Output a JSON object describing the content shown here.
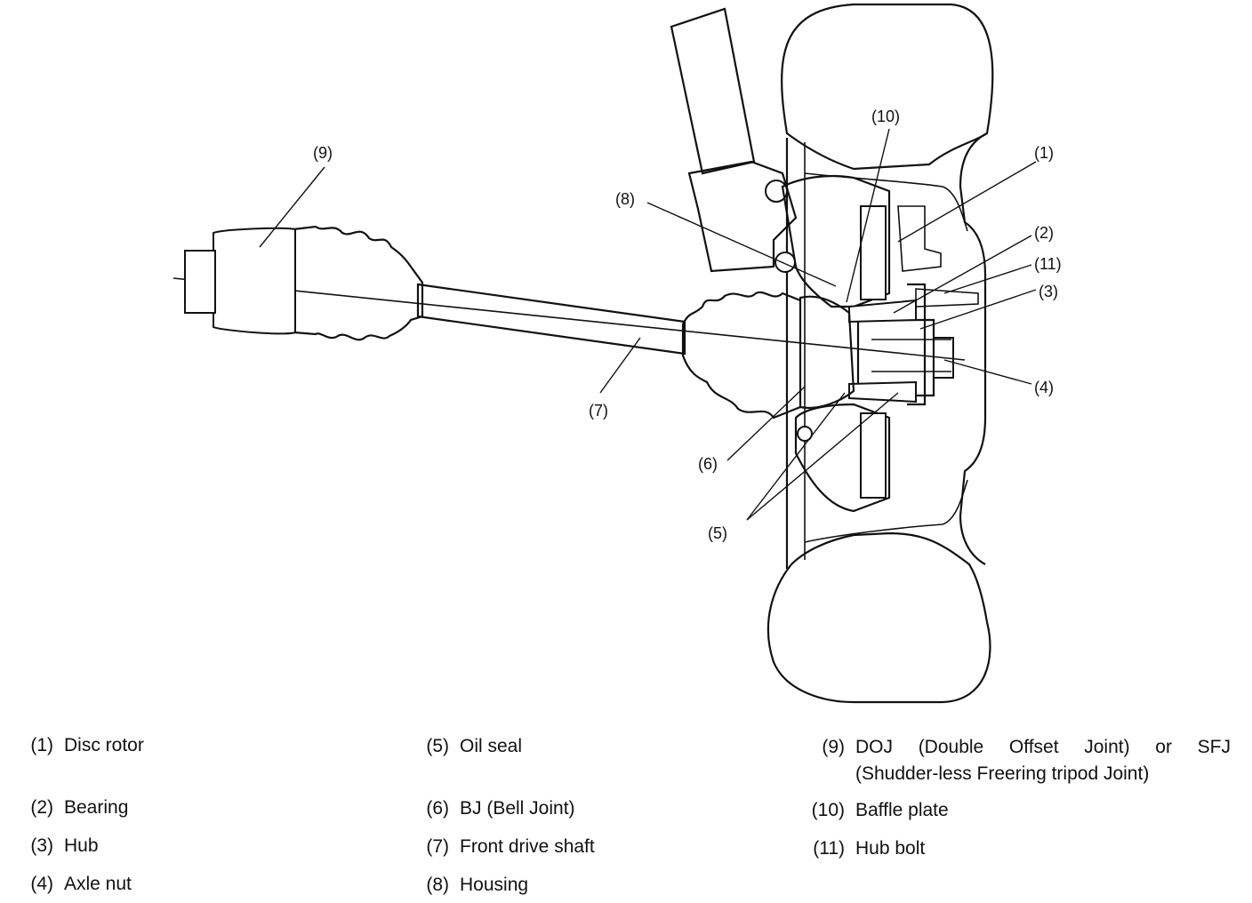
{
  "callouts": {
    "c1": "(1)",
    "c2": "(2)",
    "c3": "(3)",
    "c4": "(4)",
    "c5": "(5)",
    "c6": "(6)",
    "c7": "(7)",
    "c8": "(8)",
    "c9": "(9)",
    "c10": "(10)",
    "c11": "(11)"
  },
  "legend": [
    {
      "num": "(1)",
      "label": "Disc rotor"
    },
    {
      "num": "(2)",
      "label": "Bearing"
    },
    {
      "num": "(3)",
      "label": "Hub"
    },
    {
      "num": "(4)",
      "label": "Axle nut"
    },
    {
      "num": "(5)",
      "label": "Oil seal"
    },
    {
      "num": "(6)",
      "label": "BJ (Bell Joint)"
    },
    {
      "num": "(7)",
      "label": "Front drive shaft"
    },
    {
      "num": "(8)",
      "label": "Housing"
    },
    {
      "num": "(9)",
      "label_line1": "DOJ (Double Offset Joint) or SFJ",
      "label_line2": "(Shudder-less Freering tripod Joint)"
    },
    {
      "num": "(10)",
      "label": "Baffle plate"
    },
    {
      "num": "(11)",
      "label": "Hub bolt"
    }
  ]
}
